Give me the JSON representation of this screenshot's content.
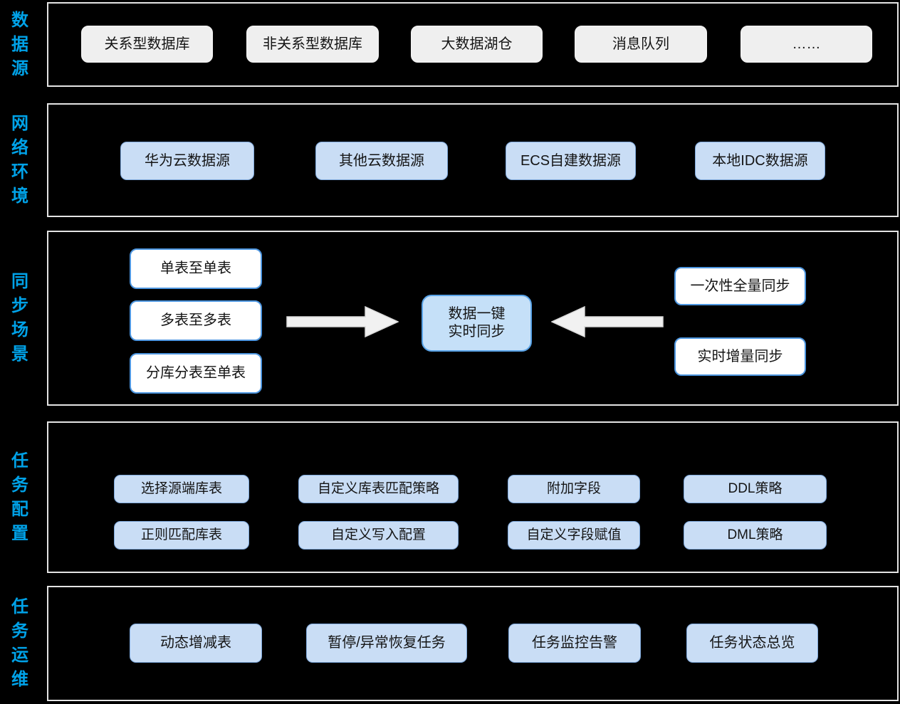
{
  "colors": {
    "background": "#000000",
    "section_label_blue": "#00A2E8",
    "container_border": "#E4E4E4",
    "gray_box_fill": "#EFEFEF",
    "blue_box_fill": "#C9DDF5",
    "blue_box_border": "#7FA9DC",
    "white_box_border": "#4D96E0",
    "center_box_fill": "#C5E0F8",
    "center_box_border": "#58A2E6",
    "arrow_fill": "#F1F1F1",
    "arrow_outline": "#D9D9D9"
  },
  "sections": {
    "data_source": {
      "label": "数据源",
      "items": [
        "关系型数据库",
        "非关系型数据库",
        "大数据湖仓",
        "消息队列",
        "……"
      ]
    },
    "network_env": {
      "label": "网络环境",
      "items": [
        "华为云数据源",
        "其他云数据源",
        "ECS自建数据源",
        "本地IDC数据源"
      ]
    },
    "sync_scenario": {
      "label": "同步场景",
      "source_modes": [
        "单表至单表",
        "多表至多表",
        "分库分表至单表"
      ],
      "center": {
        "line1": "数据一键",
        "line2": "实时同步"
      },
      "sync_types": [
        "一次性全量同步",
        "实时增量同步"
      ]
    },
    "task_config": {
      "label": "任务配置",
      "row1": [
        "选择源端库表",
        "自定义库表匹配策略",
        "附加字段",
        "DDL策略"
      ],
      "row2": [
        "正则匹配库表",
        "自定义写入配置",
        "自定义字段赋值",
        "DML策略"
      ]
    },
    "task_ops": {
      "label": "任务运维",
      "items": [
        "动态增减表",
        "暂停/异常恢复任务",
        "任务监控告警",
        "任务状态总览"
      ]
    }
  }
}
